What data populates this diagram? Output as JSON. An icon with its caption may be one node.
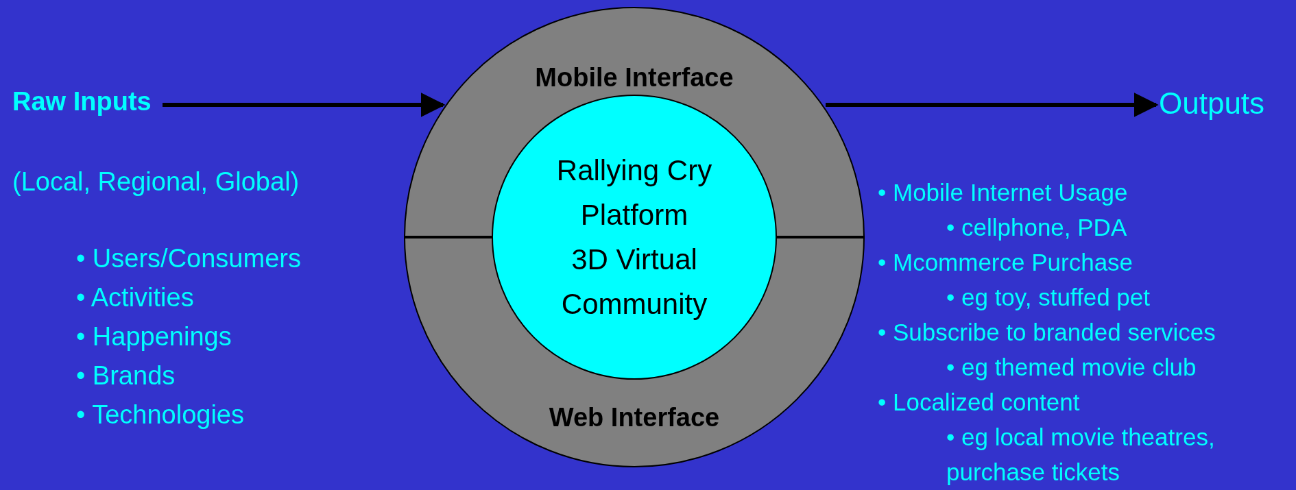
{
  "diagram": {
    "nodes": [
      {
        "text": [
          "Raw Inputs"
        ]
      },
      {
        "text": [
          "Mobile Interface",
          "Web Interface"
        ]
      },
      {
        "text": [
          "Rallying Cry Platform",
          "3D Virtual Community"
        ],
        "in": 1
      },
      {
        "text": [
          "Outputs"
        ]
      }
    ],
    "edges": [
      {
        "from": 0,
        "to": 1,
        "arrow": "to"
      },
      {
        "from": 1,
        "to": 3,
        "arrow": "to"
      }
    ],
    "labels": [
      "(Local, Regional, Global)",
      "• Users/Consumers",
      "• Activities",
      "• Happenings",
      "• Brands",
      "• Technologies",
      "• Mobile Internet Usage",
      "• cellphone, PDA",
      "• Mcommerce Purchase",
      "• eg toy, stuffed pet",
      "• Subscribe to branded services",
      "• eg themed movie club",
      "• Localized content",
      "• eg local movie theatres, purchase tickets"
    ]
  }
}
